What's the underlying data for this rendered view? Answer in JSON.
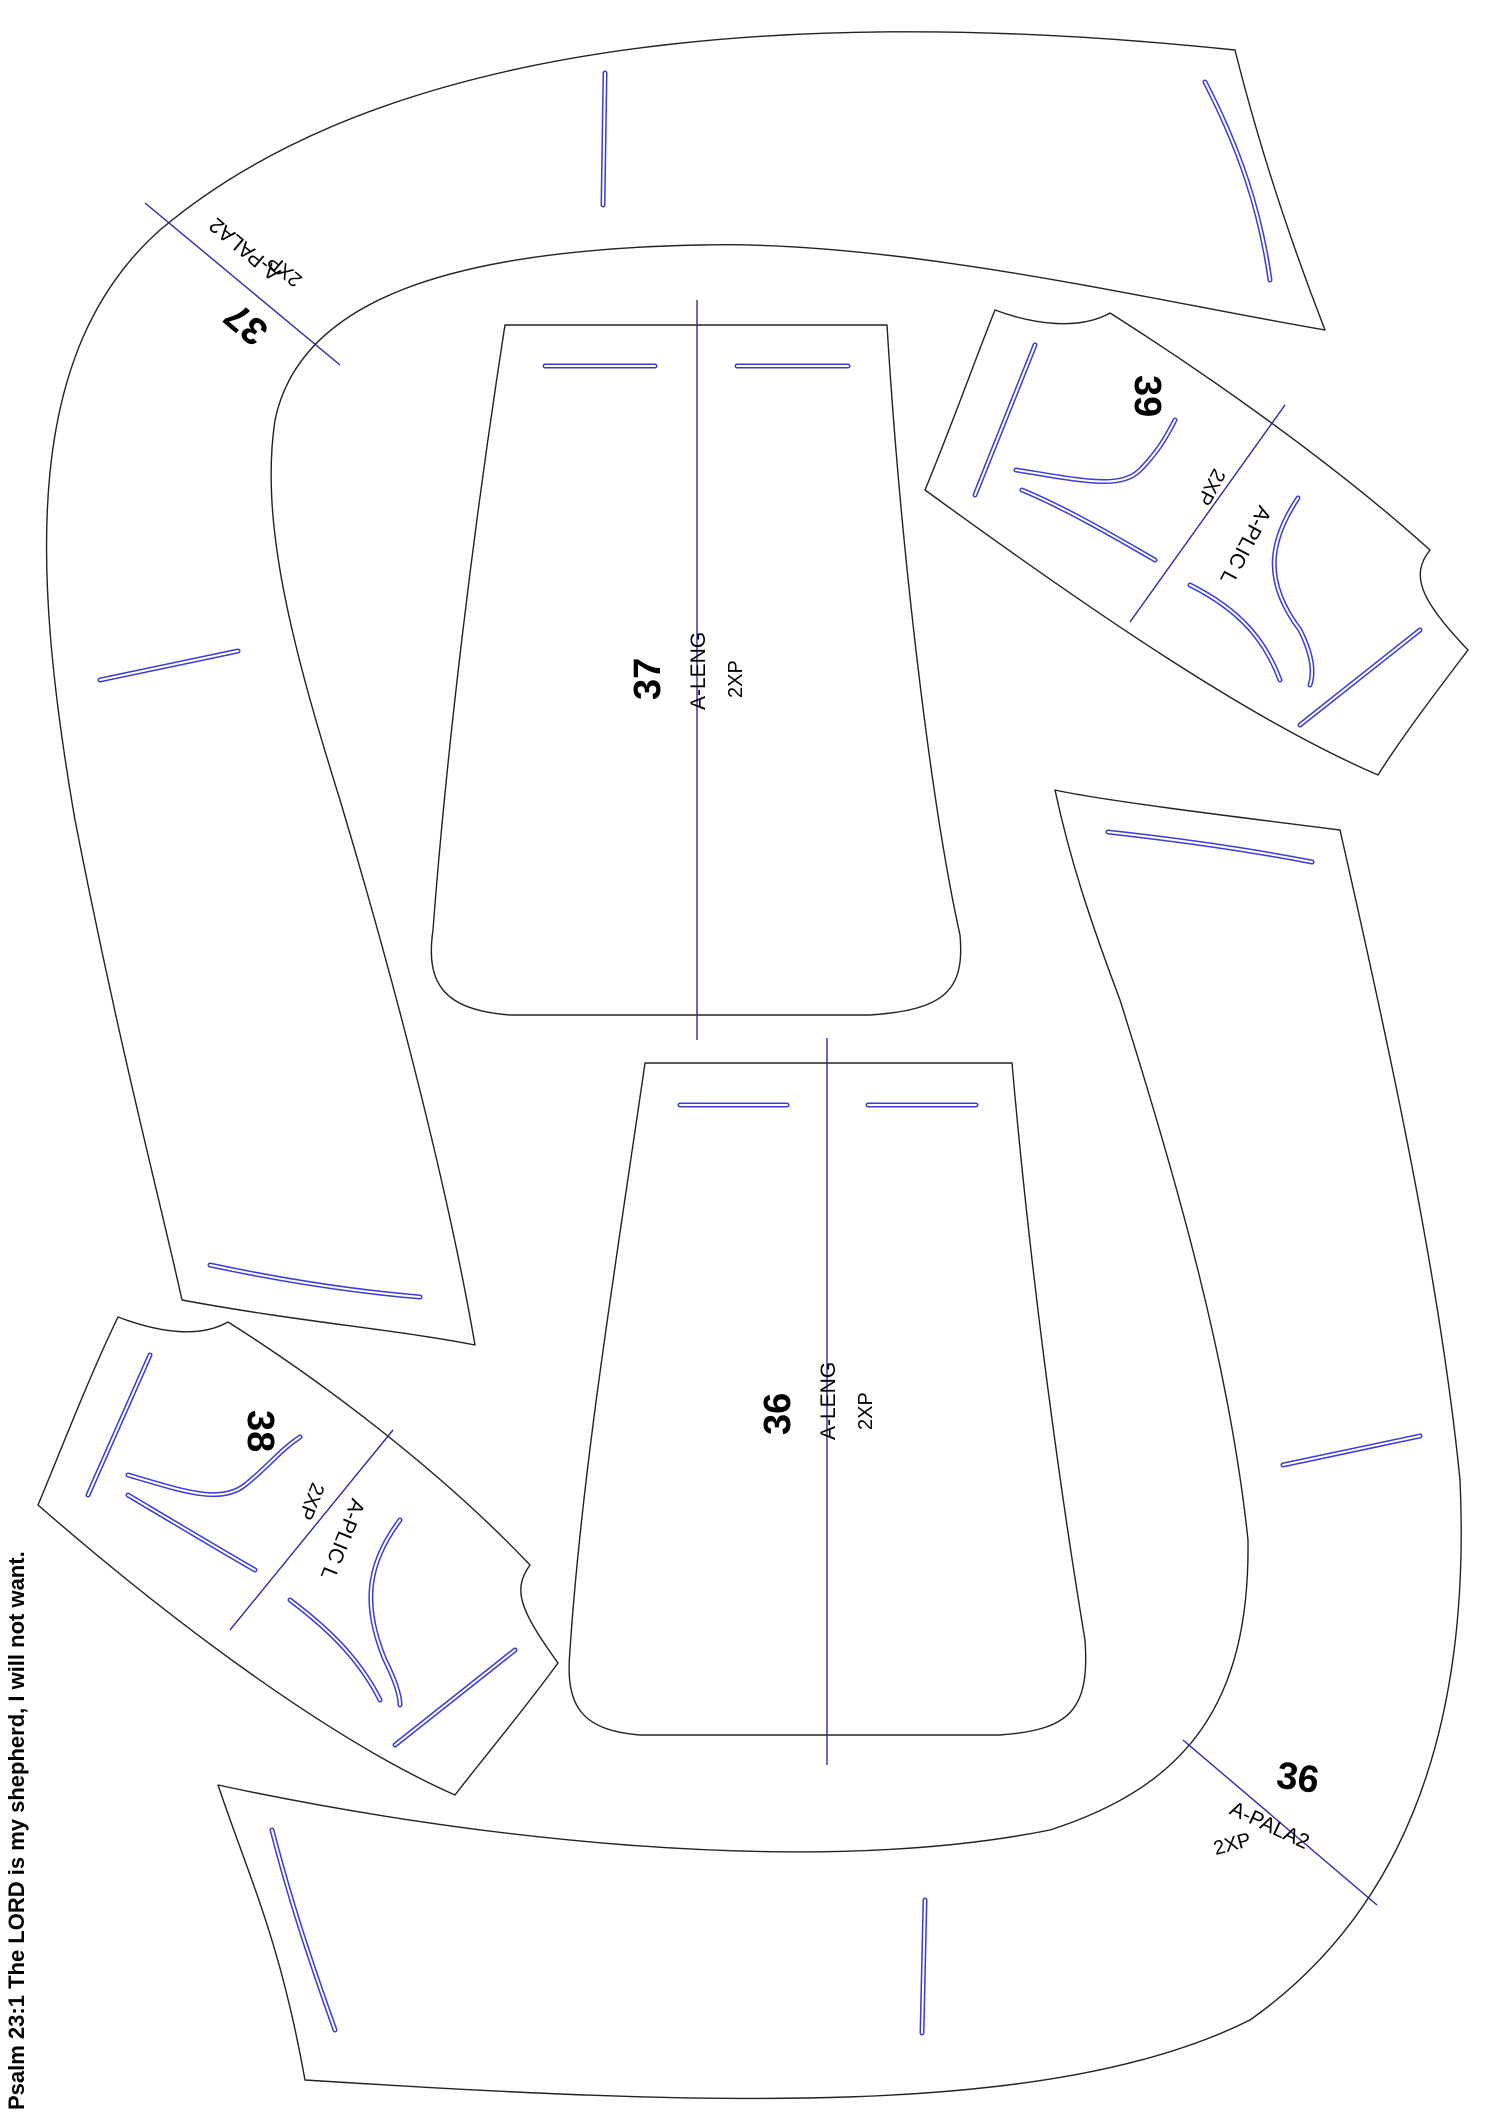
{
  "footer": {
    "verse": "Psalm 23:1 The LORD is my shepherd, I will not want."
  },
  "pieces": {
    "p37_pala": {
      "number": "37",
      "code": "A-PALA2",
      "qty": "2XP"
    },
    "p37_leng": {
      "number": "37",
      "code": "A-LENG",
      "qty": "2XP"
    },
    "p39_plic": {
      "number": "39",
      "code": "A-PLIC L",
      "qty": "2XP"
    },
    "p36_leng": {
      "number": "36",
      "code": "A-LENG",
      "qty": "2XP"
    },
    "p38_plic": {
      "number": "38",
      "code": "A-PLIC L",
      "qty": "2XP"
    },
    "p36_pala": {
      "number": "36",
      "code": "A-PALA2",
      "qty": "2XP"
    }
  },
  "colors": {
    "outline": "#222222",
    "grainline": "#2a2aa8",
    "slot": "#3b3bd6"
  }
}
